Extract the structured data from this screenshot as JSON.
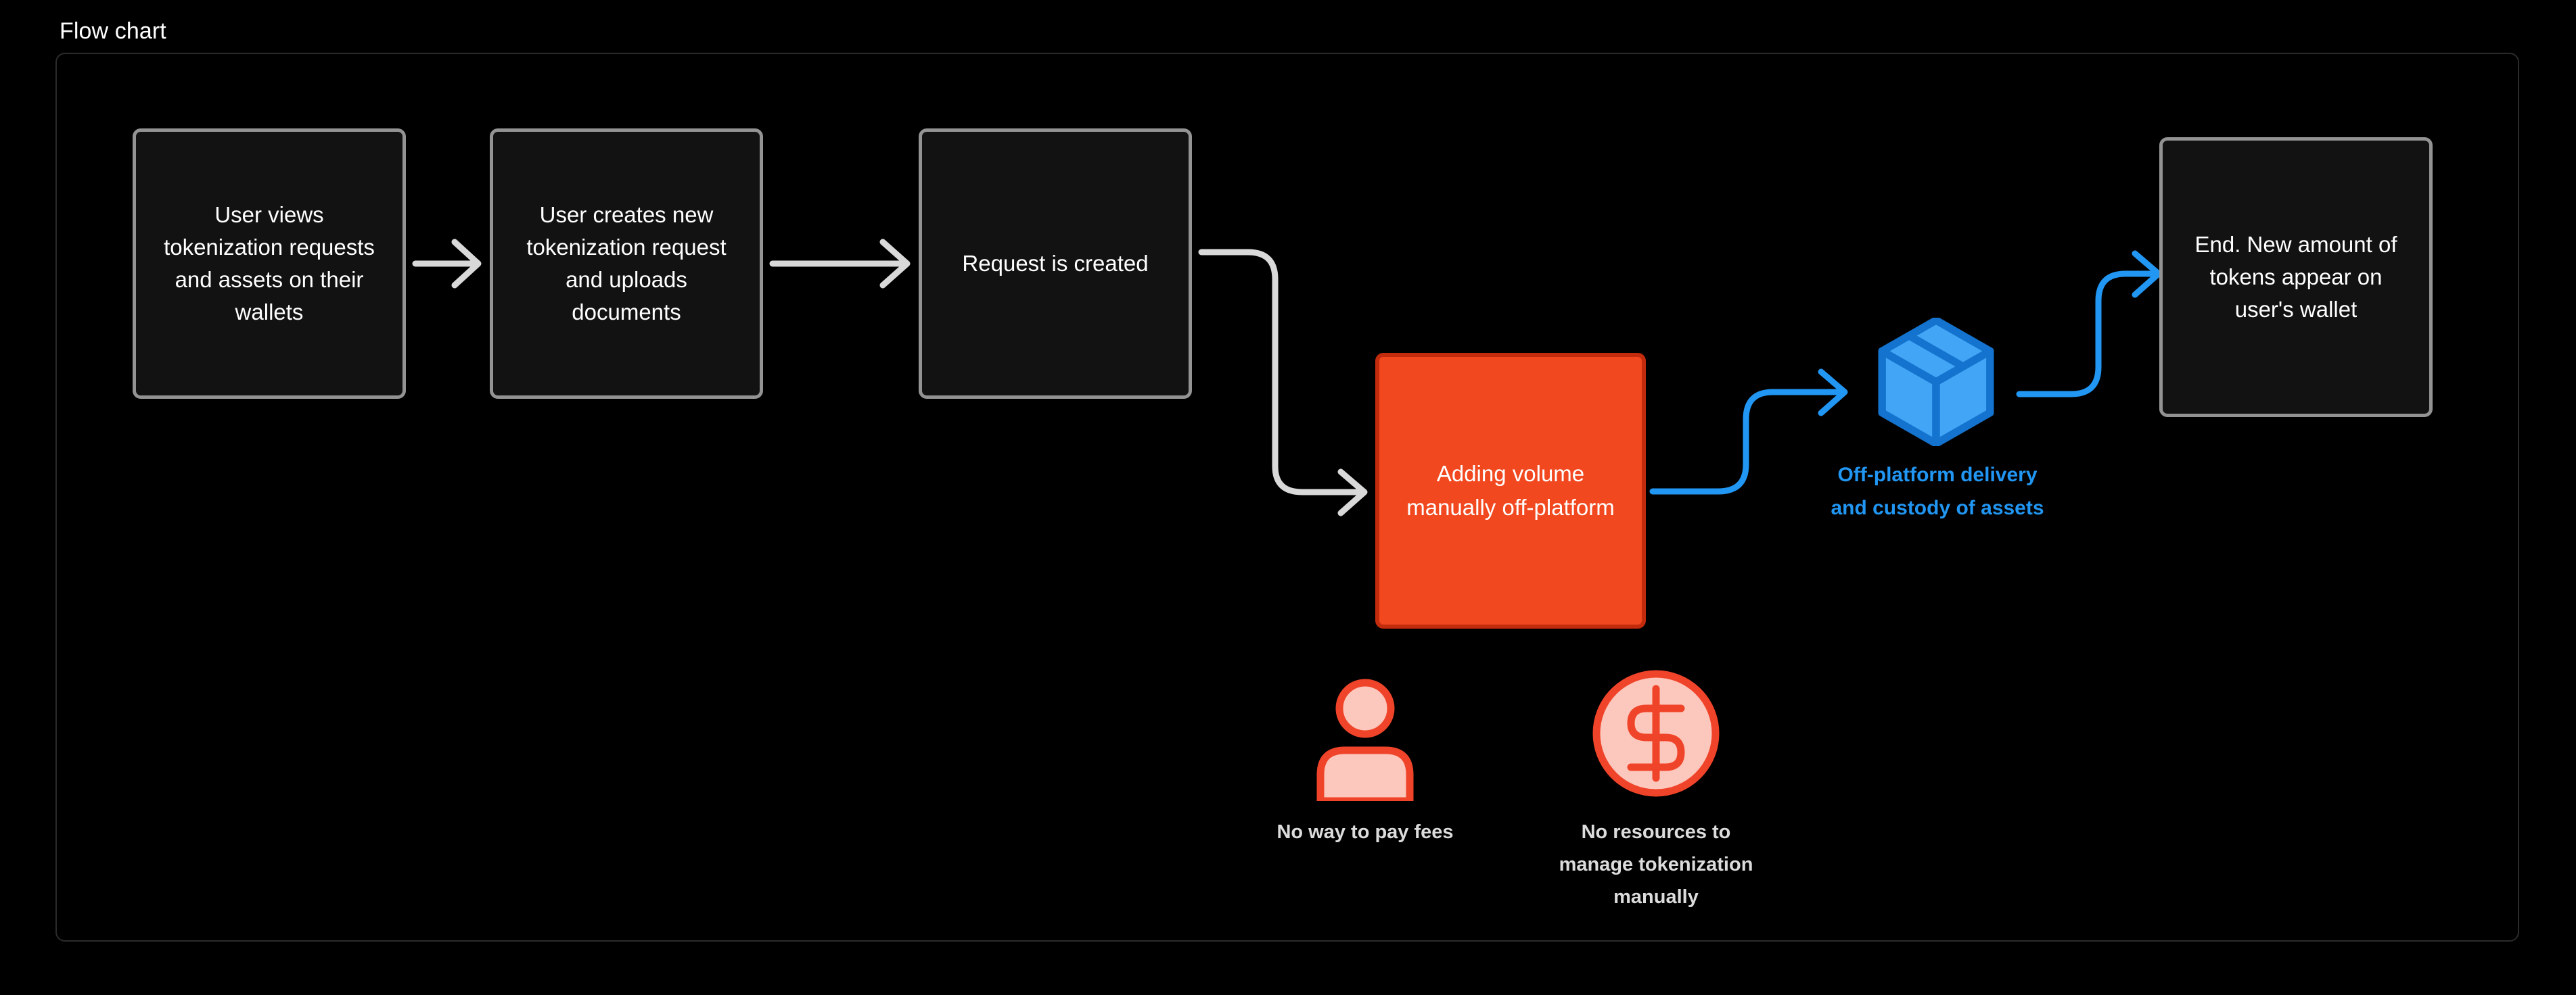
{
  "page": {
    "title": "Flow chart",
    "background": "#000000"
  },
  "colors": {
    "node_border": "#939393",
    "node_fill": "#121212",
    "node_text": "#FFFFFF",
    "highlight_fill": "#F1481F",
    "highlight_border": "#C32B0D",
    "accent_blue": "#2196F3",
    "cube_fill": "#42A5F5",
    "cube_stroke": "#1373CE",
    "connector_gray": "#D9D9D9",
    "pain_icon_fill": "#FCC7BC",
    "pain_icon_stroke": "#F0442A",
    "pain_label_text": "#DCDCDC",
    "container_border": "#2B2B2B"
  },
  "chart_data": {
    "type": "diagram",
    "title": "Flow chart",
    "nodes": [
      {
        "id": "views",
        "label": "User views\ntokenization requests\nand assets on their\nwallets",
        "kind": "process",
        "style": "outlined-dark"
      },
      {
        "id": "creates",
        "label": "User creates new\ntokenization request\nand uploads\ndocuments",
        "kind": "process",
        "style": "outlined-dark"
      },
      {
        "id": "created",
        "label": "Request is created",
        "kind": "process",
        "style": "outlined-dark"
      },
      {
        "id": "adding",
        "label": "Adding volume\nmanually off-platform",
        "kind": "highlight",
        "style": "filled-orange"
      },
      {
        "id": "delivery",
        "label": "Off-platform delivery\nand custody of assets",
        "kind": "icon-node",
        "style": "blue-cube"
      },
      {
        "id": "end",
        "label": "End. New amount of\ntokens appear on\nuser's wallet",
        "kind": "process",
        "style": "outlined-dark"
      }
    ],
    "edges": [
      {
        "from": "views",
        "to": "creates",
        "shape": "straight",
        "color": "#D9D9D9"
      },
      {
        "from": "creates",
        "to": "created",
        "shape": "straight",
        "color": "#D9D9D9"
      },
      {
        "from": "created",
        "to": "adding",
        "shape": "s-curve-down",
        "color": "#D9D9D9"
      },
      {
        "from": "adding",
        "to": "delivery",
        "shape": "s-curve-up",
        "color": "#2196F3"
      },
      {
        "from": "delivery",
        "to": "end",
        "shape": "s-curve-up",
        "color": "#2196F3"
      }
    ],
    "annotations": [
      {
        "id": "pain-fees",
        "icon": "person-icon",
        "label": "No way to pay fees"
      },
      {
        "id": "pain-resources",
        "icon": "dollar-coin-icon",
        "label": "No resources to\nmanage tokenization\nmanually"
      }
    ]
  },
  "nodes": {
    "views": {
      "text": "User views\ntokenization requests\nand assets on their\nwallets"
    },
    "creates": {
      "text": "User creates new\ntokenization request\nand uploads\ndocuments"
    },
    "created": {
      "text": "Request is created"
    },
    "adding": {
      "text": "Adding volume\nmanually off-platform"
    },
    "end": {
      "text": "End. New amount of\ntokens appear on\nuser's wallet"
    }
  },
  "cube": {
    "caption": "Off-platform delivery\nand custody of assets"
  },
  "pain_points": [
    {
      "label": "No way to pay fees"
    },
    {
      "label": "No resources to\nmanage tokenization\nmanually"
    }
  ]
}
